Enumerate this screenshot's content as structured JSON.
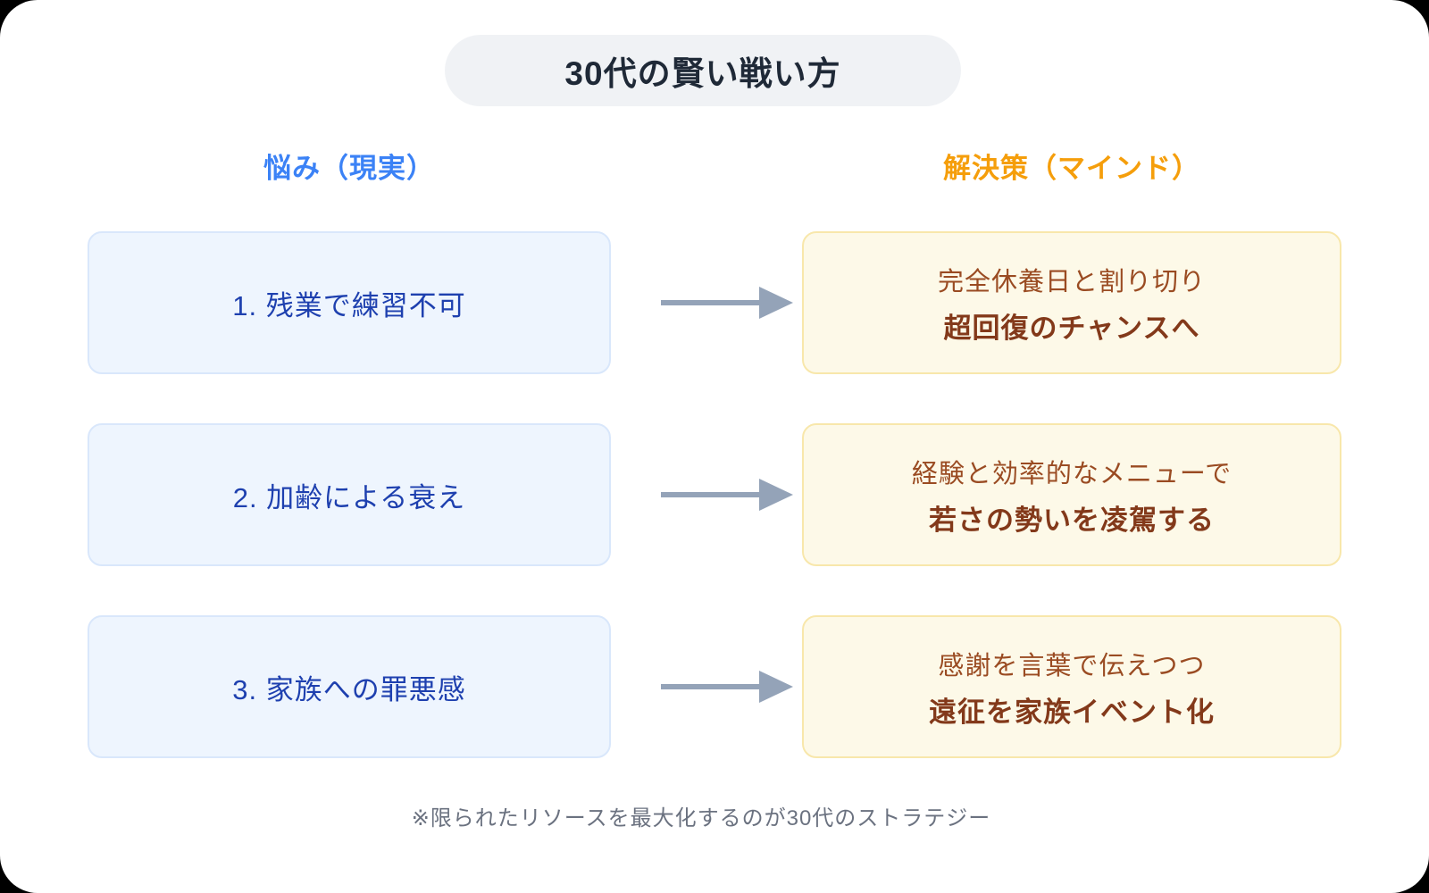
{
  "title": "30代の賢い戦い方",
  "columns": {
    "left_header": "悩み（現実）",
    "right_header": "解決策（マインド）"
  },
  "rows": [
    {
      "problem": "1. 残業で練習不可",
      "solution_line1": "完全休養日と割り切り",
      "solution_line2": "超回復のチャンスへ"
    },
    {
      "problem": "2. 加齢による衰え",
      "solution_line1": "経験と効率的なメニューで",
      "solution_line2": "若さの勢いを凌駕する"
    },
    {
      "problem": "3. 家族への罪悪感",
      "solution_line1": "感謝を言葉で伝えつつ",
      "solution_line2": "遠征を家族イベント化"
    }
  ],
  "footer_note": "※限られたリソースを最大化するのが30代のストラテジー",
  "colors": {
    "problem_header": "#3b82f6",
    "solution_header": "#f59e0b",
    "problem_box_bg": "#eef5fe",
    "problem_box_border": "#d9e7fb",
    "problem_text": "#1e40af",
    "solution_box_bg": "#fdf9e8",
    "solution_box_border": "#f8e7ab",
    "solution_text": "#9a4b22",
    "solution_text_bold": "#83391a",
    "arrow": "#94a3b8",
    "title_pill_bg": "#f0f2f5",
    "title_text": "#1f2937",
    "footer_text": "#6b7280"
  }
}
